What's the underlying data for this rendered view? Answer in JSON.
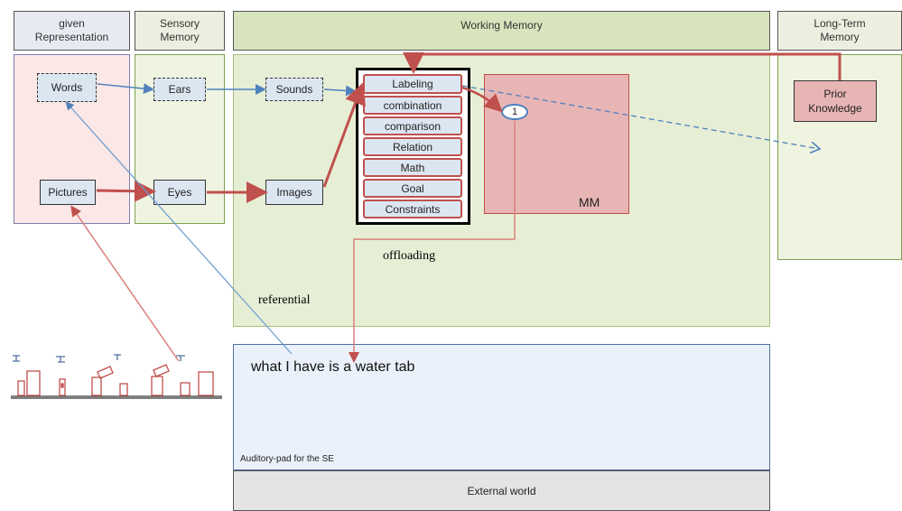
{
  "columns": {
    "given_representation": "given\nRepresentation",
    "sensory_memory": "Sensory\nMemory",
    "working_memory": "Working Memory",
    "long_term_memory": "Long-Term\nMemory"
  },
  "nodes": {
    "words": "Words",
    "pictures": "Pictures",
    "ears": "Ears",
    "eyes": "Eyes",
    "sounds": "Sounds",
    "images": "Images",
    "prior_knowledge": "Prior\nKnowledge",
    "mm": "MM",
    "circle_one": "1"
  },
  "processes": [
    "Labeling",
    "combination",
    "comparison",
    "Relation",
    "Math",
    "Goal",
    "Constraints"
  ],
  "annotations": {
    "offloading": "offloading",
    "referential": "referential"
  },
  "external": {
    "quote": "what I have is a water tab",
    "pad_label": "Auditory-pad for the SE",
    "world_label": "External world"
  },
  "colors": {
    "red_arrow": "#c0504d",
    "blue_arrow": "#4f81bd",
    "pink_fill": "#f2dcdb",
    "green_fill": "#ebf1de",
    "blue_fill": "#dce6f1"
  }
}
